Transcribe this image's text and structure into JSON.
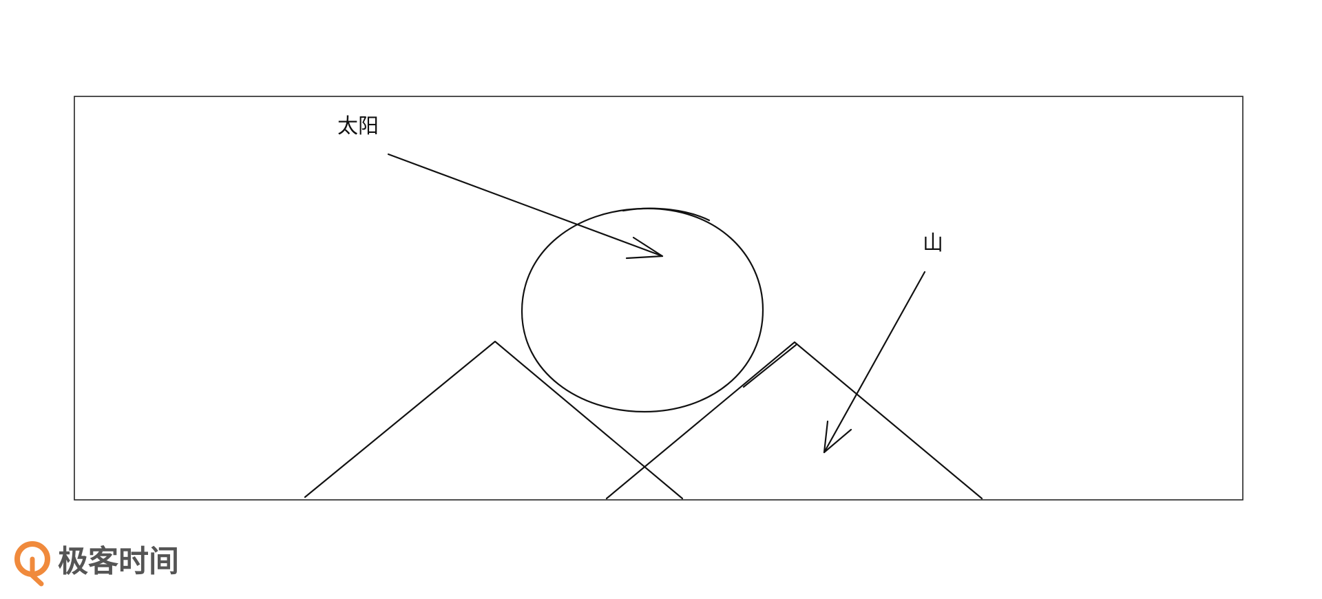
{
  "labels": {
    "sun": "太阳",
    "mountain": "山"
  },
  "brand": {
    "name": "极客时间",
    "logo_icon": "geektime-logo-icon",
    "accent_color": "#f08a3c",
    "text_color": "#555555"
  },
  "colors": {
    "ink": "#111111",
    "background": "#ffffff"
  }
}
